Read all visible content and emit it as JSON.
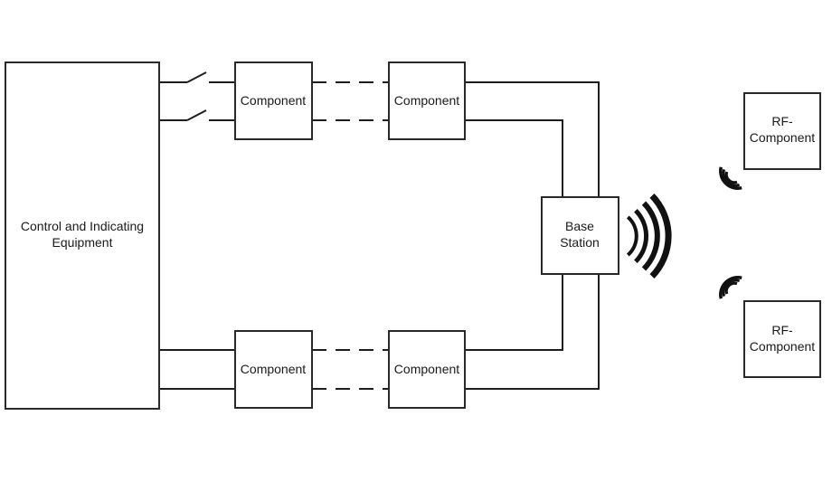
{
  "diagram": {
    "cie_label_line1": "Control and Indicating",
    "cie_label_line2": "Equipment",
    "component_label": "Component",
    "base_station_line1": "Base",
    "base_station_line2": "Station",
    "rf_component_line1": "RF-",
    "rf_component_line2": "Component"
  },
  "colors": {
    "line": "#1e1e1e",
    "box_border": "#2a2a2a",
    "background": "#ffffff"
  }
}
